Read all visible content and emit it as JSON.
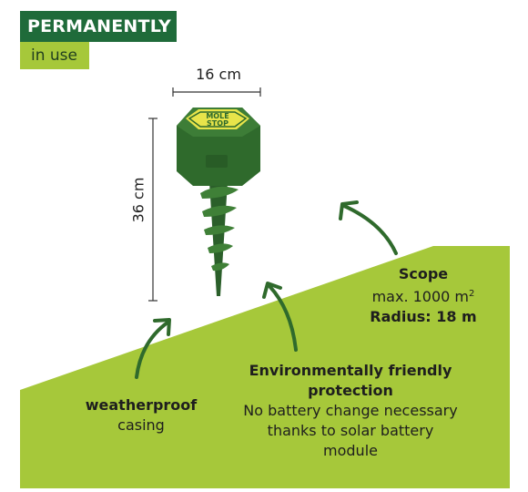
{
  "badge": {
    "top": "PERMANENTLY",
    "bottom": "in use"
  },
  "dimensions": {
    "width": "16 cm",
    "height": "36 cm"
  },
  "product": {
    "logo_line1": "MOLE",
    "logo_line2": "STOP"
  },
  "scope": {
    "title": "Scope",
    "area": "max. 1000 m",
    "area_sup": "2",
    "radius": "Radius: 18 m"
  },
  "weatherproof": {
    "title": "weatherproof",
    "subtitle": "casing"
  },
  "environment": {
    "title1": "Environmentally friendly",
    "title2": "protection",
    "line1": "No battery change necessary",
    "line2": "thanks to solar battery",
    "line3": "module"
  },
  "colors": {
    "dark_green": "#1f6b3a",
    "lime": "#a6c83a",
    "product_green": "#2f6a2c",
    "logo_yellow": "#e8e44a"
  }
}
